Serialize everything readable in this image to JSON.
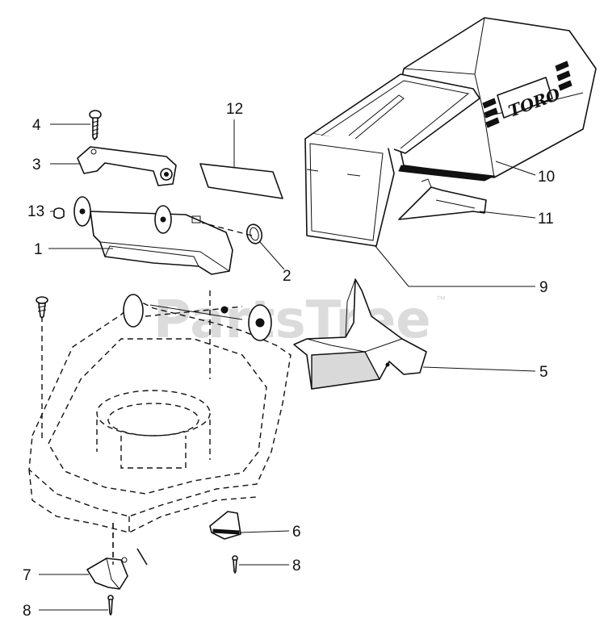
{
  "watermark": {
    "text": "PartsTree",
    "tm": "™"
  },
  "brand_logo": "TORO",
  "callouts": [
    {
      "id": "4",
      "label": "4"
    },
    {
      "id": "3",
      "label": "3"
    },
    {
      "id": "13",
      "label": "13"
    },
    {
      "id": "1",
      "label": "1"
    },
    {
      "id": "12",
      "label": "12"
    },
    {
      "id": "2",
      "label": "2"
    },
    {
      "id": "10",
      "label": "10"
    },
    {
      "id": "11",
      "label": "11"
    },
    {
      "id": "9",
      "label": "9"
    },
    {
      "id": "5",
      "label": "5"
    },
    {
      "id": "6",
      "label": "6"
    },
    {
      "id": "8a",
      "label": "8"
    },
    {
      "id": "7",
      "label": "7"
    },
    {
      "id": "8b",
      "label": "8"
    }
  ]
}
